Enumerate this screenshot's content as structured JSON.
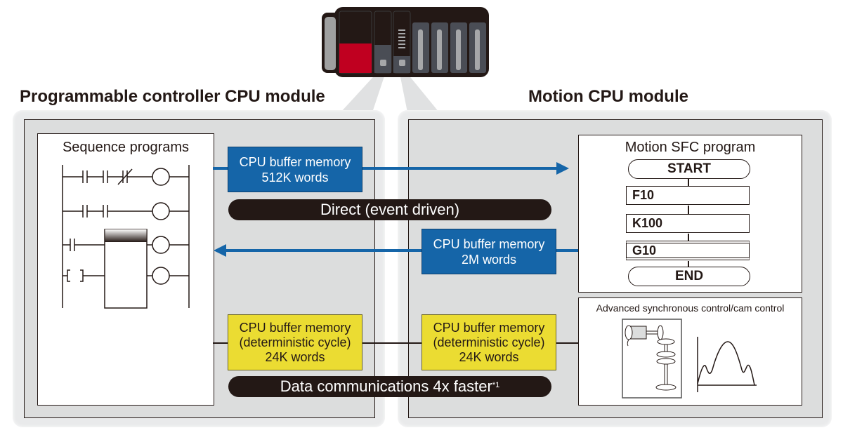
{
  "hardware": {
    "label": "PLC base unit with modules",
    "colors": {
      "body": "#231815",
      "cpu_red": "#c00020",
      "slot": "#4a4d55",
      "slot_bar": "#a6a7a9",
      "side": "#9fa0a0"
    }
  },
  "left_module": {
    "title": "Programmable controller CPU module",
    "sequence_box": {
      "title": "Sequence programs"
    }
  },
  "right_module": {
    "title": "Motion CPU module",
    "sfc_box": {
      "title": "Motion SFC program",
      "start": "START",
      "steps": [
        "F10",
        "K100",
        "G10"
      ],
      "end": "END"
    },
    "advanced_box": {
      "title": "Advanced synchronous control/cam control"
    }
  },
  "links": {
    "upper_buffer": {
      "line1": "CPU buffer memory",
      "line2": "512K words"
    },
    "direct_pill": "Direct (event driven)",
    "lower_buffer": {
      "line1": "CPU buffer memory",
      "line2": "2M words"
    },
    "left_cycle_buffer": {
      "line1": "CPU buffer memory",
      "line2": "(deterministic cycle)",
      "line3": "24K words"
    },
    "right_cycle_buffer": {
      "line1": "CPU buffer memory",
      "line2": "(deterministic cycle)",
      "line3": "24K words"
    },
    "fast_pill": "Data communications 4x faster",
    "fast_pill_note": "*1"
  },
  "colors": {
    "accent_blue": "#1565a8",
    "accent_yellow": "#ebdc32",
    "pill": "#231815",
    "panel": "#dcdddd"
  }
}
